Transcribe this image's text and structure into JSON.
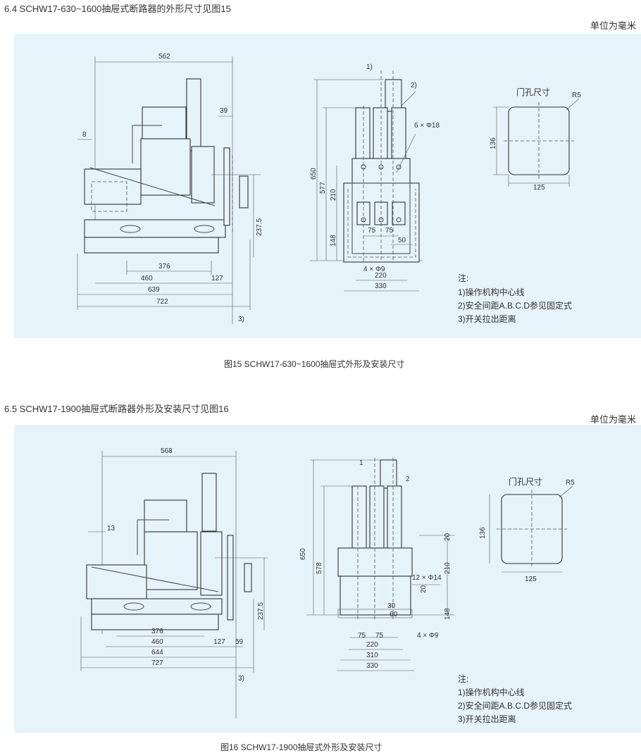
{
  "unit_note": "单位为毫米",
  "fig15": {
    "heading": "6.4 SCHW17-630~1600抽屉式断路器的外形尺寸见图15",
    "caption": "图15  SCHW17-630~1600抽屉式外形及安装尺寸",
    "side_dims": {
      "top": "562",
      "d39": "39",
      "d8": "8",
      "d237": "237.5",
      "d376": "376",
      "d460": "460",
      "d127": "127",
      "d639": "639",
      "d722": "722",
      "n3": "3)"
    },
    "front_dims": {
      "n1": "1)",
      "n2": "2)",
      "holes_top": "6 × Φ18",
      "d650": "650",
      "d577": "577",
      "d210": "210",
      "d148": "148",
      "d75a": "75",
      "d75b": "75",
      "d50": "50",
      "holes_bottom": "4 × Φ9",
      "d220": "220",
      "d330": "330"
    },
    "door": {
      "title": "门孔尺寸",
      "r": "R5",
      "h": "136",
      "w": "125"
    }
  },
  "fig16": {
    "heading": "6.5  SCHW17-1900抽屉式断路器外形及安装尺寸见图16",
    "caption": "图16  SCHW17-1900抽屉式外形及安装尺寸",
    "side_dims": {
      "top": "568",
      "d13": "13",
      "d237": "237.5",
      "d376": "376",
      "d460": "460",
      "d127": "127",
      "d59": "59",
      "d644": "644",
      "d727": "727",
      "n3": "3)"
    },
    "front_dims": {
      "n1": "1",
      "n2": "2",
      "d20a": "20",
      "d20b": "20",
      "holes_top": "12 × Φ14",
      "d650": "650",
      "d578": "578",
      "d210": "210",
      "d148": "148",
      "d30": "30",
      "d60": "60",
      "d75a": "75",
      "d75b": "75",
      "holes_bottom": "4 × Φ9",
      "d220": "220",
      "d310": "310",
      "d330": "330"
    },
    "door": {
      "title": "门孔尺寸",
      "r": "R5",
      "h": "136",
      "w": "125"
    }
  },
  "notes": {
    "title": "注:",
    "items": [
      "1)操作机构中心线",
      "2)安全间距A.B.C.D参见固定式",
      "3)开关拉出距离"
    ]
  }
}
